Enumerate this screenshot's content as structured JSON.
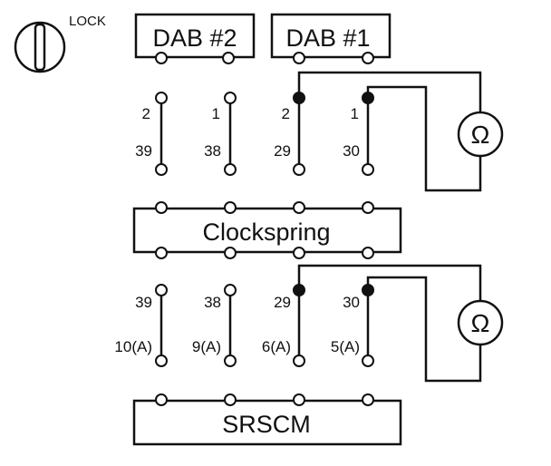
{
  "lock": {
    "label": "LOCK"
  },
  "boxes": {
    "dab2": "DAB #2",
    "dab1": "DAB #1",
    "clockspring": "Clockspring",
    "srscm": "SRSCM"
  },
  "upper_pins": {
    "top": [
      "2",
      "1",
      "2",
      "1"
    ],
    "bottom": [
      "39",
      "38",
      "29",
      "30"
    ]
  },
  "lower_pins": {
    "top": [
      "39",
      "38",
      "29",
      "30"
    ],
    "bottom": [
      "10(A)",
      "9(A)",
      "6(A)",
      "5(A)"
    ]
  },
  "meters": {
    "symbol": "Ω"
  }
}
